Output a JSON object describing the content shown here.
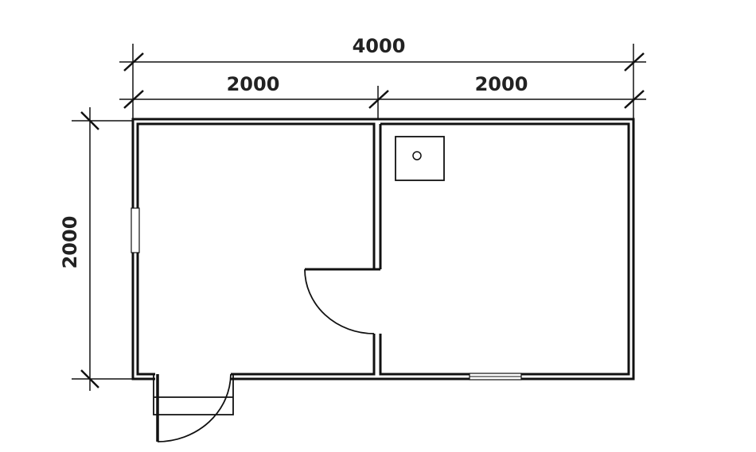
{
  "title": "Floor plan",
  "dimensions": {
    "total_width": "4000",
    "left_room_width": "2000",
    "right_room_width": "2000",
    "depth": "2000"
  },
  "colors": {
    "line": "#111111",
    "background": "#ffffff"
  }
}
